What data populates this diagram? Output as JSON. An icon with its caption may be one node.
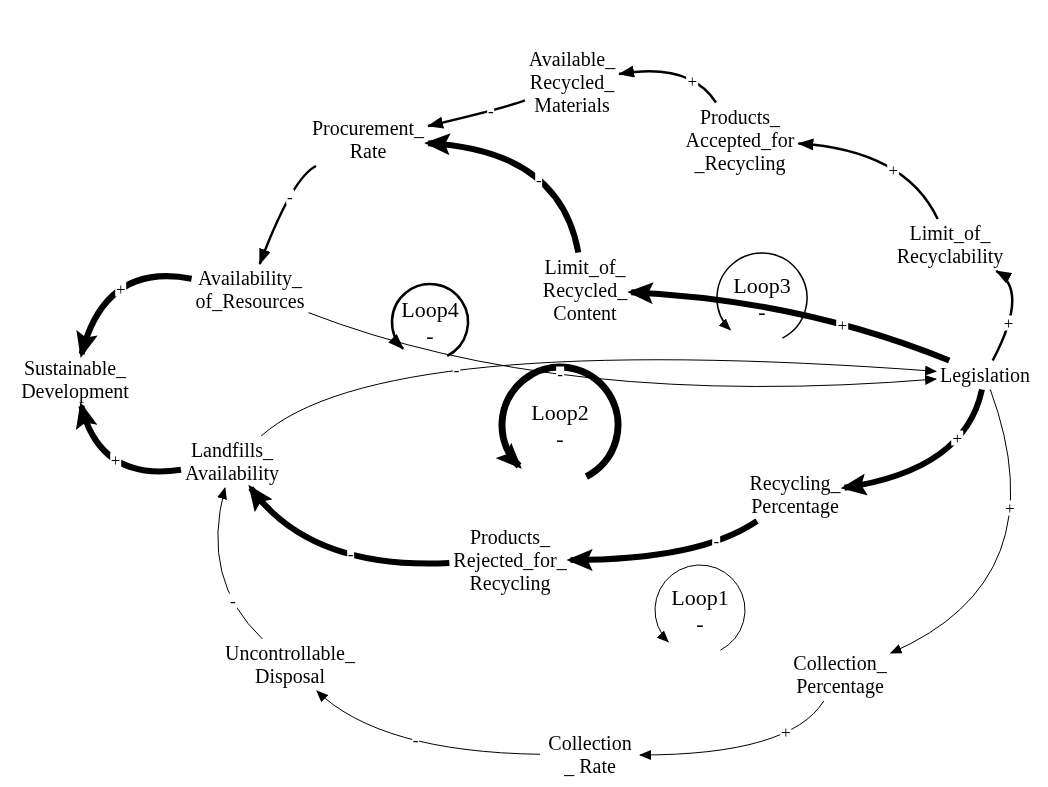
{
  "diagram": {
    "nodes": [
      {
        "text": [
          "Available_ Recycled_ Materials"
        ]
      },
      {
        "text": [
          "Procurement_ Rate"
        ]
      },
      {
        "text": [
          "Products_ Accepted_for _Recycling"
        ]
      },
      {
        "text": [
          "Availability_ of_Resources"
        ]
      },
      {
        "text": [
          "Limit_of_ Recycled_ Content"
        ]
      },
      {
        "text": [
          "Limit_of_ Recyclability"
        ]
      },
      {
        "text": [
          "Sustainable_ Development"
        ]
      },
      {
        "text": [
          "Legislation"
        ]
      },
      {
        "text": [
          "Landfills_ Availability"
        ]
      },
      {
        "text": [
          "Recycling_ Percentage"
        ]
      },
      {
        "text": [
          "Products_ Rejected_for_ Recycling"
        ]
      },
      {
        "text": [
          "Uncontrollable_ Disposal"
        ]
      },
      {
        "text": [
          "Collection_ Percentage"
        ]
      },
      {
        "text": [
          "Collection _ Rate"
        ]
      }
    ],
    "edges": [
      {
        "from": 2,
        "to": 0,
        "arrow": "to",
        "label": "+"
      },
      {
        "from": 0,
        "to": 1,
        "arrow": "to",
        "label": "-"
      },
      {
        "from": 1,
        "to": 3,
        "arrow": "to",
        "label": "-"
      },
      {
        "from": 3,
        "to": 6,
        "arrow": "to",
        "label": "+",
        "style": "thick"
      },
      {
        "from": 4,
        "to": 1,
        "arrow": "to",
        "label": "-",
        "style": "thick"
      },
      {
        "from": 5,
        "to": 2,
        "arrow": "to",
        "label": "+"
      },
      {
        "from": 7,
        "to": 5,
        "arrow": "to",
        "label": "+"
      },
      {
        "from": 7,
        "to": 4,
        "arrow": "to",
        "label": "+",
        "style": "thick"
      },
      {
        "from": 3,
        "to": 7,
        "arrow": "to",
        "label": "-"
      },
      {
        "from": 8,
        "to": 7,
        "arrow": "to",
        "label": "-"
      },
      {
        "from": 8,
        "to": 6,
        "arrow": "to",
        "label": "+",
        "style": "thick"
      },
      {
        "from": 7,
        "to": 9,
        "arrow": "to",
        "label": "+",
        "style": "thick"
      },
      {
        "from": 9,
        "to": 10,
        "arrow": "to",
        "label": "-",
        "style": "thick"
      },
      {
        "from": 10,
        "to": 8,
        "arrow": "to",
        "label": "-",
        "style": "thick"
      },
      {
        "from": 7,
        "to": 12,
        "arrow": "to",
        "label": "+"
      },
      {
        "from": 12,
        "to": 13,
        "arrow": "to",
        "label": "+"
      },
      {
        "from": 13,
        "to": 11,
        "arrow": "to",
        "label": "-"
      },
      {
        "from": 11,
        "to": 8,
        "arrow": "to",
        "label": "-"
      }
    ],
    "labels": [
      "Loop4",
      "-",
      "Loop3",
      "-",
      "Loop2",
      "-",
      "Loop1",
      "-"
    ]
  }
}
